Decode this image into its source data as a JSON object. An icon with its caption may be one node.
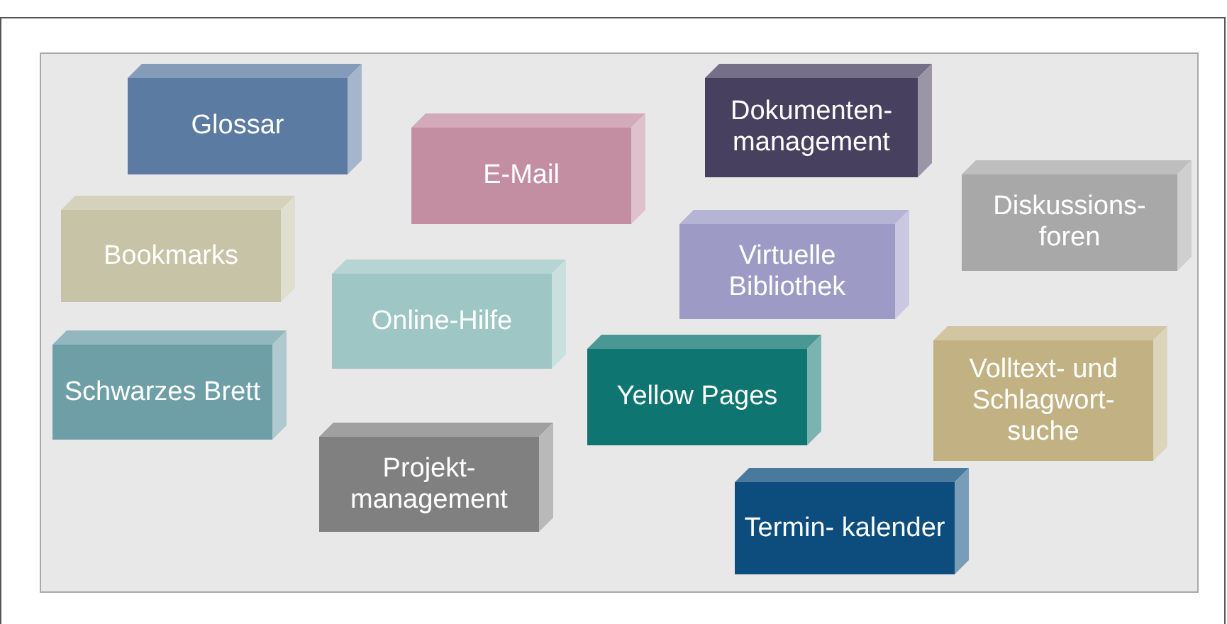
{
  "diagram": {
    "nodes": [
      {
        "text": [
          "Glossar"
        ]
      },
      {
        "text": [
          "Dokumenten- management"
        ]
      },
      {
        "text": [
          "E-Mail"
        ]
      },
      {
        "text": [
          "Diskussions- foren"
        ]
      },
      {
        "text": [
          "Bookmarks"
        ]
      },
      {
        "text": [
          "Virtuelle Bibliothek"
        ]
      },
      {
        "text": [
          "Online-Hilfe"
        ]
      },
      {
        "text": [
          "Schwarzes Brett"
        ]
      },
      {
        "text": [
          "Yellow Pages"
        ]
      },
      {
        "text": [
          "Volltext- und Schlagwort- suche"
        ]
      },
      {
        "text": [
          "Projekt- management"
        ]
      },
      {
        "text": [
          "Termin- kalender"
        ]
      }
    ],
    "edges": []
  }
}
